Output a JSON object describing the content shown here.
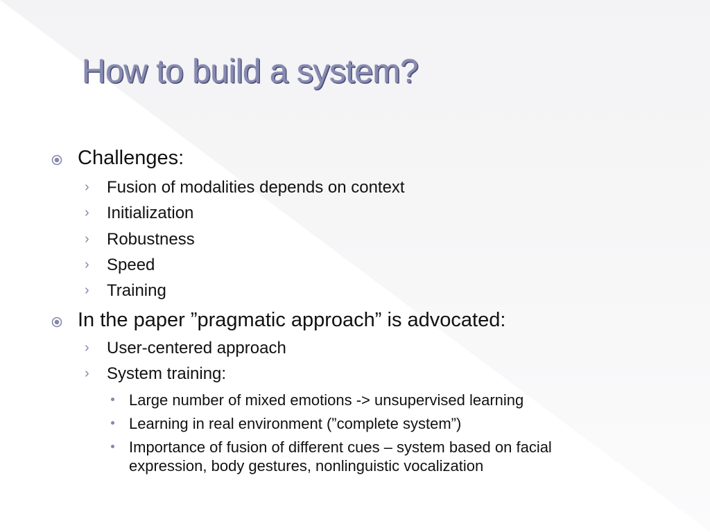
{
  "slide": {
    "title": "How to build a system?",
    "challenges": {
      "heading": "Challenges:",
      "items": [
        "Fusion of modalities  depends on context",
        "Initialization",
        "Robustness",
        "Speed",
        "Training"
      ]
    },
    "approach": {
      "heading": "In the paper ”pragmatic approach” is advocated:",
      "items": [
        "User-centered approach",
        "System training:"
      ],
      "training_points": [
        "Large number of mixed emotions -> unsupervised learning",
        "Learning in real environment (”complete system”)",
        "Importance of fusion of different cues – system based on facial",
        "expression, body gestures, nonlinguistic vocalization"
      ]
    },
    "colors": {
      "title": "#878ab2",
      "title_shadow": "#4c4f74",
      "bullet": "#8487a8",
      "background": "#f4f4f6",
      "diagonal": "#ffffff"
    }
  },
  "icons": {
    "level1": "circled-dot-icon",
    "level2": "chevron-right-icon",
    "level3": "dot-icon"
  }
}
